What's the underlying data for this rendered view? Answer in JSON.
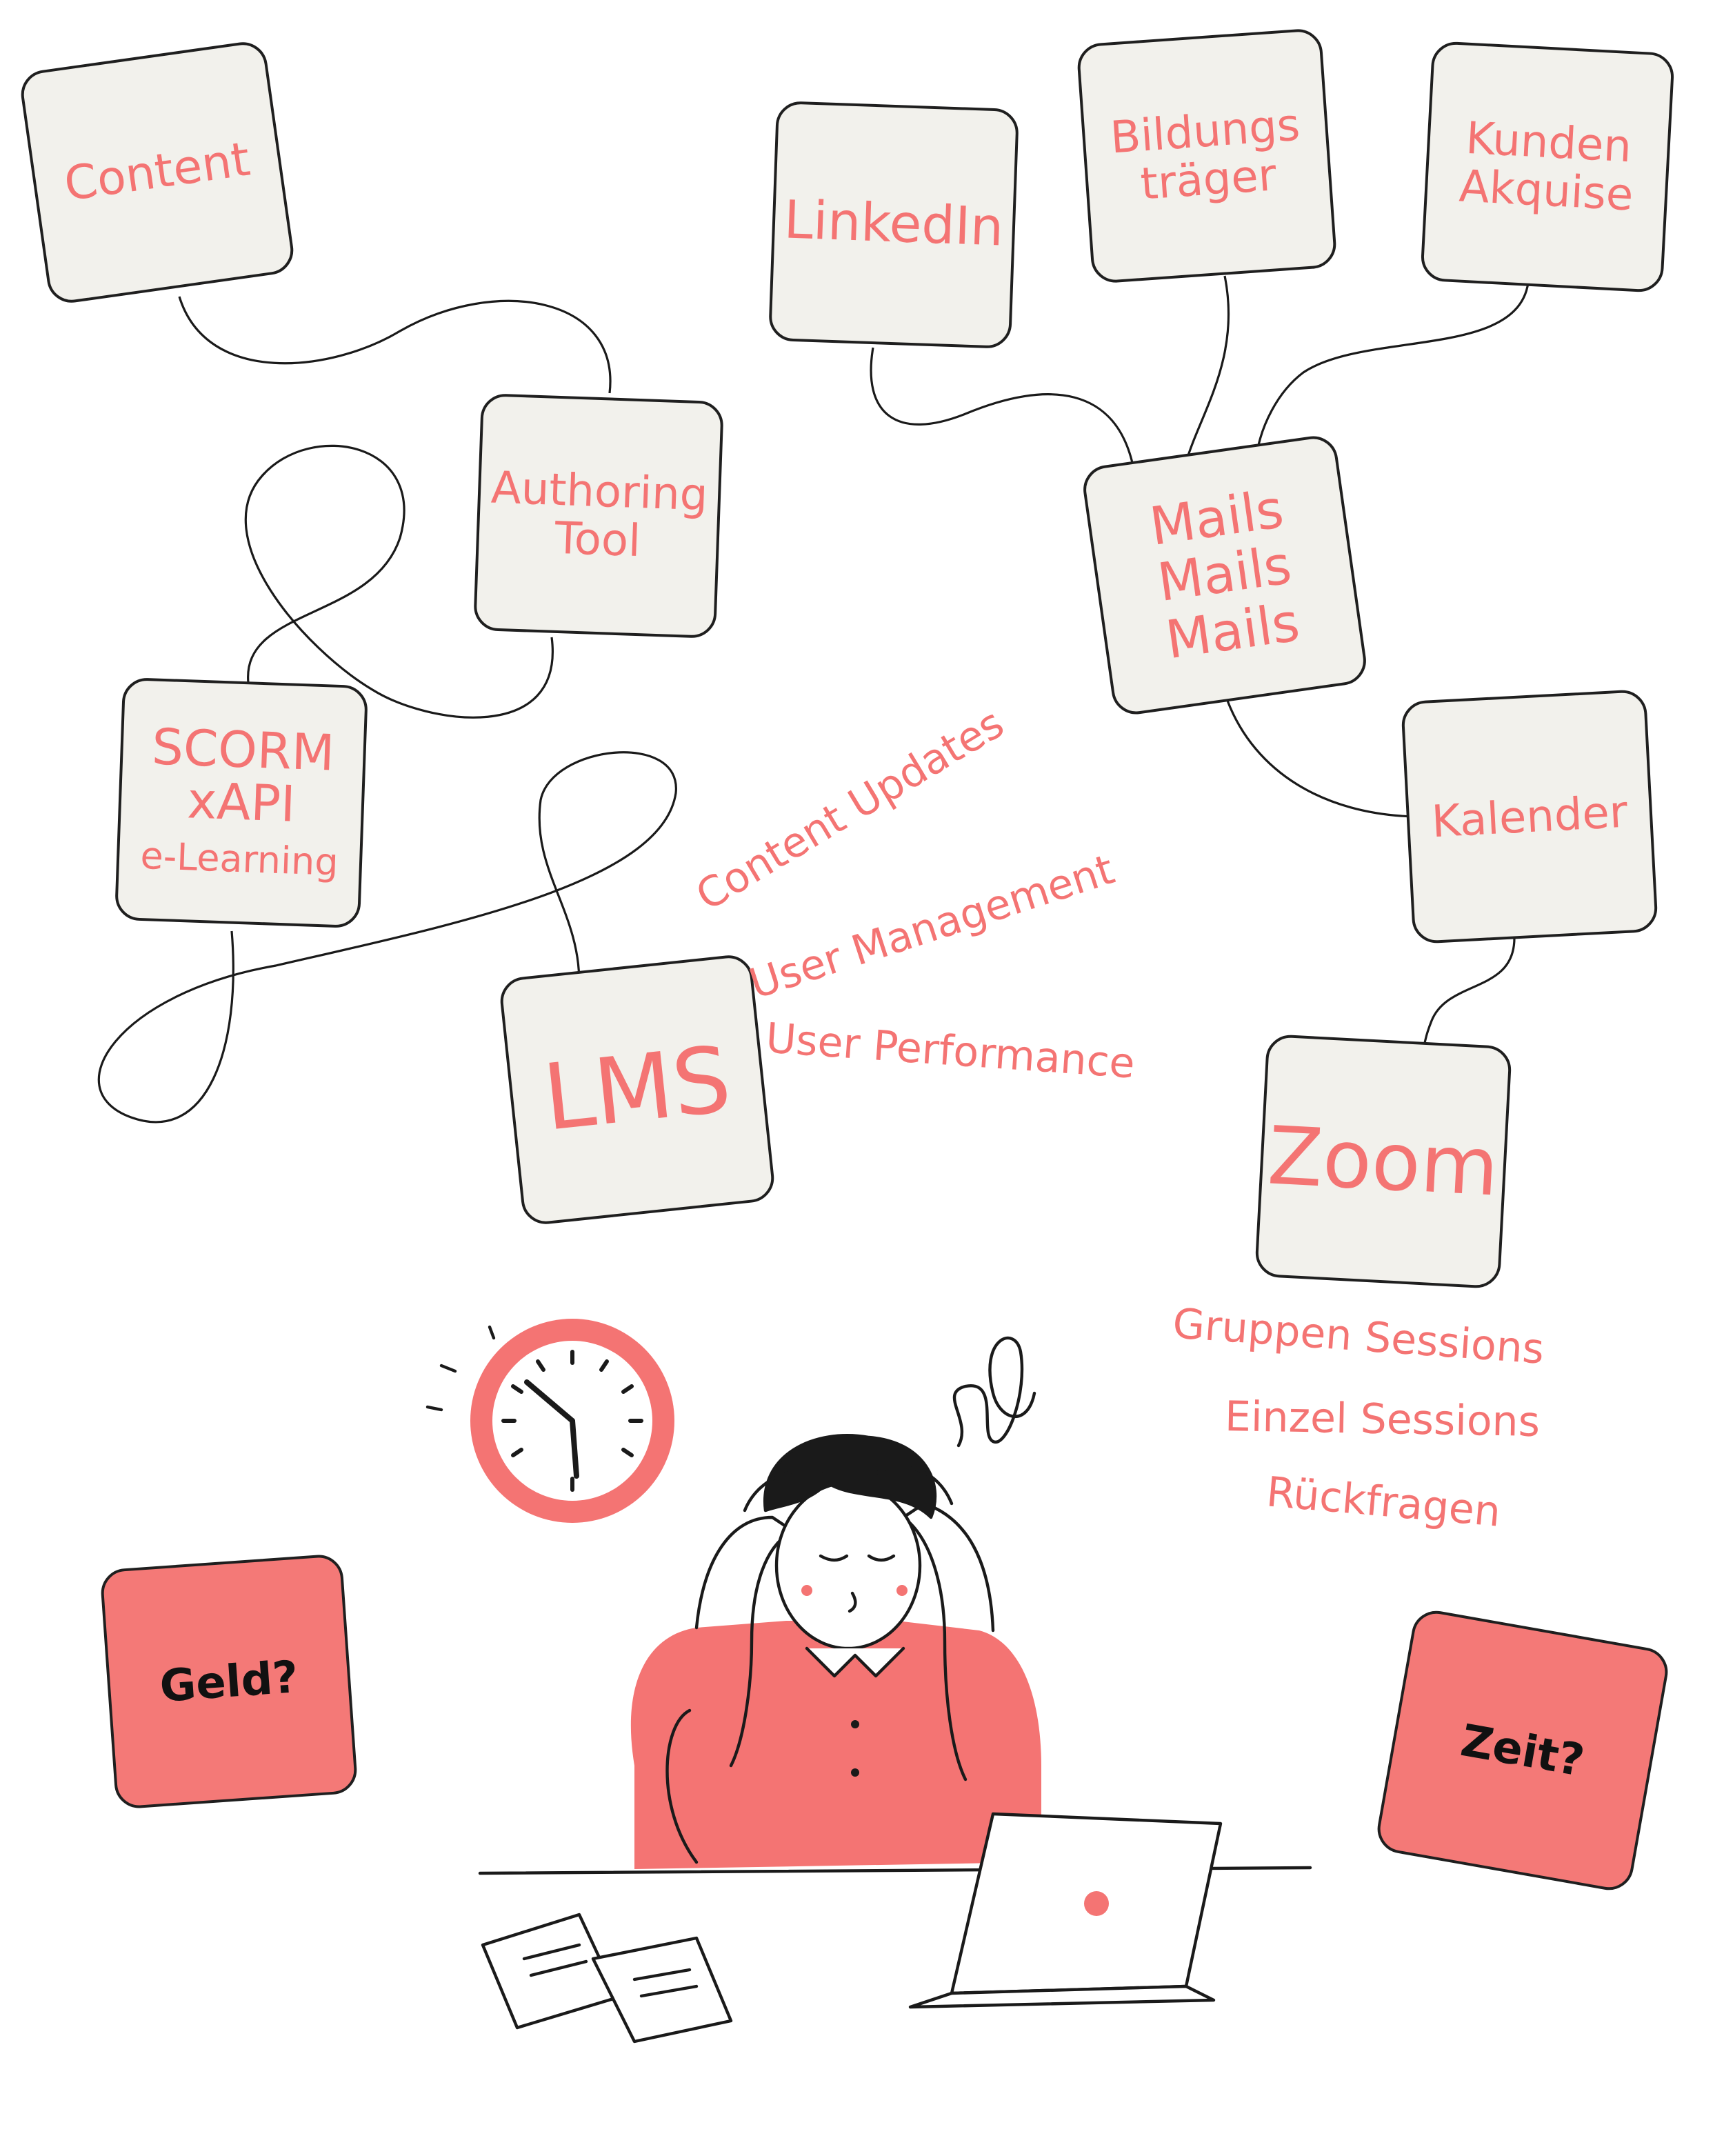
{
  "boxes": {
    "content": "Content",
    "authoring": "Authoring\nTool",
    "scorm": "SCORM\nxAPI",
    "scorm_sub": "e-Learning",
    "lms": "LMS",
    "linkedin": "LinkedIn",
    "bildungs": "Bildungs\nträger",
    "kunden": "Kunden\nAkquise",
    "mails": "Mails\nMails\nMails",
    "kalender": "Kalender",
    "zoom": "Zoom"
  },
  "lms_notes": [
    "Content Updates",
    "User Management",
    "User Performance"
  ],
  "zoom_notes": [
    "Gruppen Sessions",
    "Einzel Sessions",
    "Rückfragen"
  ],
  "questions": {
    "geld": "Geld?",
    "zeit": "Zeit?"
  },
  "colors": {
    "accent": "#f47473",
    "box_bg": "#f2f1ec",
    "question_bg": "#f47977",
    "outline": "#1f1f1f"
  },
  "icons": [
    "clock-icon",
    "stressed-person-illustration",
    "laptop-icon",
    "papers-icon",
    "scribble-icon"
  ]
}
